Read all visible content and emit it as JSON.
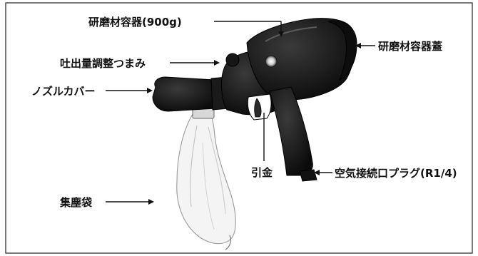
{
  "labels": {
    "container": "研磨材容器(900g)",
    "container_lid": "研磨材容器蓋",
    "flow_knob": "吐出量調整つまみ",
    "nozzle_cover": "ノズルカバー",
    "trigger": "引金",
    "air_plug": "空気接続口プラグ(R1/4)",
    "dust_bag": "集塵袋"
  }
}
